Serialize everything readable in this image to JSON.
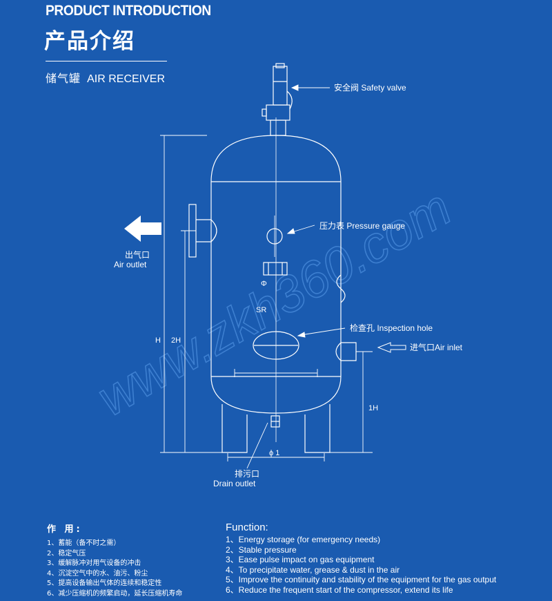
{
  "header": {
    "title_en": "PRODUCT INTRODUCTION",
    "title_cn": "产品介绍"
  },
  "product": {
    "name_cn": "储气罐",
    "name_en": "AIR RECEIVER"
  },
  "watermark": "www.zkh360.com",
  "diagram": {
    "callouts": {
      "safety_valve": "安全阀 Safety valve",
      "pressure_gauge": "压力表 Pressure gauge",
      "inspection_hole": "检查孔 Inspection hole",
      "air_inlet": "进气口Air inlet",
      "air_outlet_cn": "出气口",
      "air_outlet_en": "Air outlet",
      "drain_outlet_cn": "排污口",
      "drain_outlet_en": "Drain outlet"
    },
    "dimensions": {
      "height": "H",
      "height_2h": "2H",
      "height_1h": "1H",
      "phi": "Φ",
      "sr": "SR",
      "phi1": "ϕ 1"
    }
  },
  "functions": {
    "title_cn": "作 用:",
    "items_cn": [
      "1、蓄能（备不时之需）",
      "2、稳定气压",
      "3、缓解脉冲对用气设备的冲击",
      "4、沉淀空气中的水、油污、粉尘",
      "5、提高设备输出气体的连续和稳定性",
      "6、减少压缩机的频繁启动，延长压缩机寿命"
    ],
    "title_en": "Function:",
    "items_en": [
      "1、Energy  storage (for emergency needs)",
      "2、Stable pressure",
      "3、Ease pulse impact on gas equipment",
      "4、To precipitate water, grease & dust in the air",
      "5、Improve the continuity and stability of the equipment for the gas output",
      "6、Reduce the frequent start of the compressor, extend its life"
    ]
  }
}
